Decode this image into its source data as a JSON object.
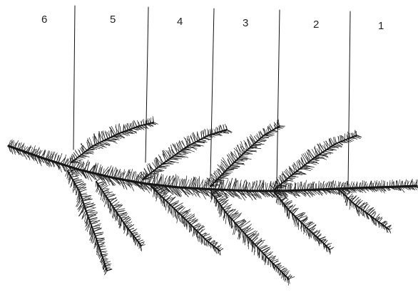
{
  "figure": {
    "segment_labels": [
      "6",
      "5",
      "4",
      "3",
      "2",
      "1"
    ],
    "line_color": "#111111",
    "branch_color": "#161616",
    "needle_color": "#1c1c1c",
    "background": "#ffffff"
  }
}
